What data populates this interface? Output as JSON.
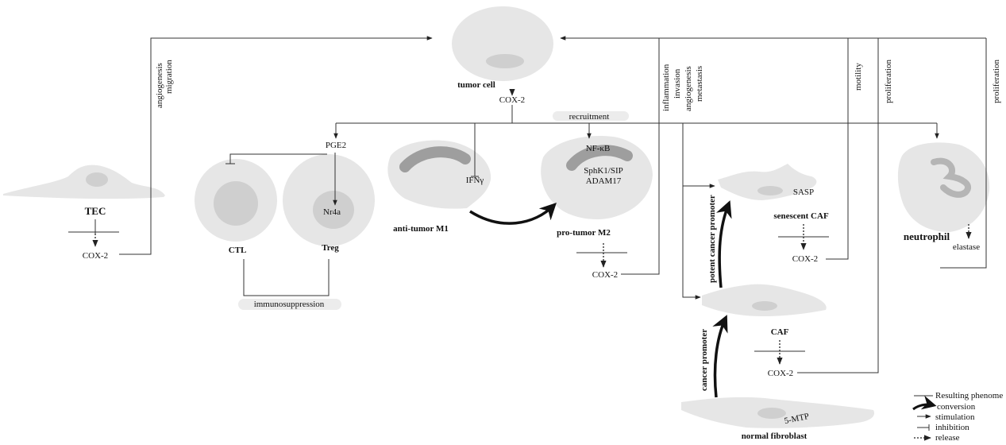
{
  "cells": {
    "tumor_cell": "tumor cell",
    "tec": "TEC",
    "ctl": "CTL",
    "treg": "Treg",
    "anti_tumor_m1": "anti-tumor M1",
    "pro_tumor_m2": "pro-tumor M2",
    "senescent_caf": "senescent CAF",
    "caf": "CAF",
    "normal_fibroblast": "normal fibroblast",
    "neutrophil": "neutrophil"
  },
  "molecules": {
    "cox2": "COX-2",
    "pge2": "PGE2",
    "nr4a": "Nr4a",
    "ifny": "IFNγ",
    "nfkb": "NF-κB",
    "sphk1": "SphK1/SIP",
    "adam17": "ADAM17",
    "sasp": "SASP",
    "elastase": "elastase",
    "mtp": "5-MTP"
  },
  "phenotypes": {
    "angiogenesis": "angiogenesis",
    "migration": "migration",
    "inflammation": "inflammation",
    "invasion": "invasion",
    "metastasis": "metastasis",
    "motility": "motility",
    "proliferation": "proliferation",
    "recruitment": "recruitment",
    "immunosuppression": "immunosuppression"
  },
  "conversions": {
    "potent_cancer_promoter": "potent cancer promoter",
    "cancer_promoter": "cancer promoter"
  },
  "legend": {
    "resulting_phenome": "Resulting phenome",
    "conversion": "conversion",
    "stimulation": "stimulation",
    "inhibition": "inhibition",
    "release": "release"
  }
}
